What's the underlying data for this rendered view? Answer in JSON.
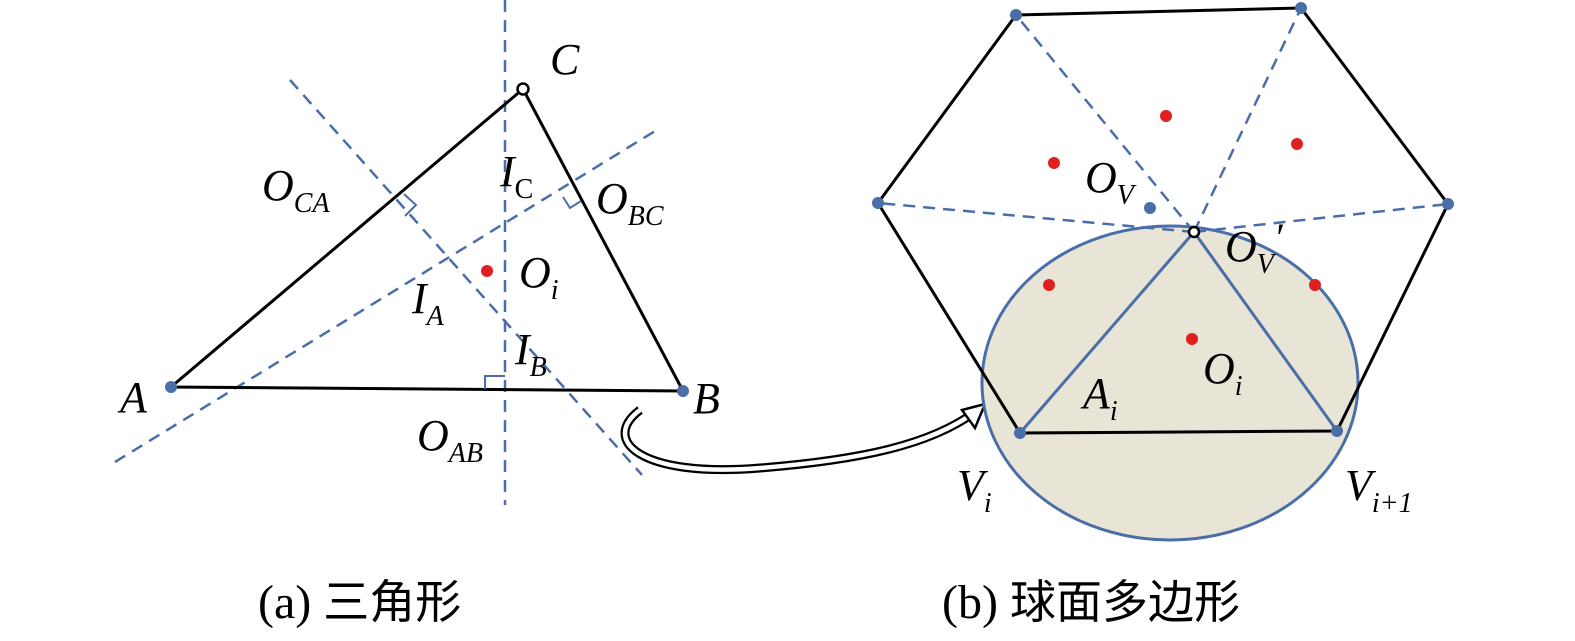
{
  "colors": {
    "edge": "#000000",
    "dashed": "#4a6ea8",
    "vertex": "#4a6ea8",
    "center": "#e02020",
    "circle_fill": "#e8e4d6",
    "circle_stroke": "#4a6ea8"
  },
  "panel_a": {
    "caption_prefix": "(a)",
    "caption_text": "三角形",
    "labels": {
      "A": "A",
      "B": "B",
      "C": "C",
      "O_CA": {
        "main": "O",
        "sub": "CA"
      },
      "O_BC": {
        "main": "O",
        "sub": "BC"
      },
      "O_AB": {
        "main": "O",
        "sub": "AB"
      },
      "O_i": {
        "main": "O",
        "sub": "i"
      },
      "I_A": {
        "main": "I",
        "sub": "A"
      },
      "I_B": {
        "main": "I",
        "sub": "B"
      },
      "I_C": {
        "main": "I",
        "sub": "C"
      }
    }
  },
  "panel_b": {
    "caption_prefix": "(b)",
    "caption_text": "球面多边形",
    "labels": {
      "O_V": {
        "main": "O",
        "sub": "V"
      },
      "O_V_prime": {
        "main": "O",
        "sub": "V",
        "prime": "′"
      },
      "O_i": {
        "main": "O",
        "sub": "i"
      },
      "A_i": {
        "main": "A",
        "sub": "i"
      },
      "V_i": {
        "main": "V",
        "sub": "i"
      },
      "V_i1": {
        "main": "V",
        "sub": "i+1"
      }
    }
  }
}
